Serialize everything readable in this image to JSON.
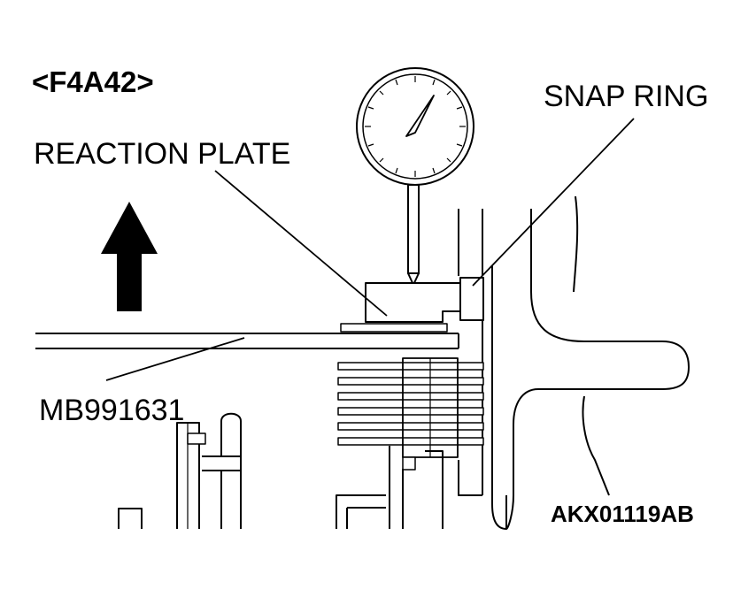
{
  "labels": {
    "model": "<F4A42>",
    "reaction_plate": "REACTION PLATE",
    "snap_ring": "SNAP RING",
    "tool": "MB991631",
    "figure_code": "AKX01119AB"
  },
  "colors": {
    "line": "#000000",
    "background": "#ffffff"
  }
}
